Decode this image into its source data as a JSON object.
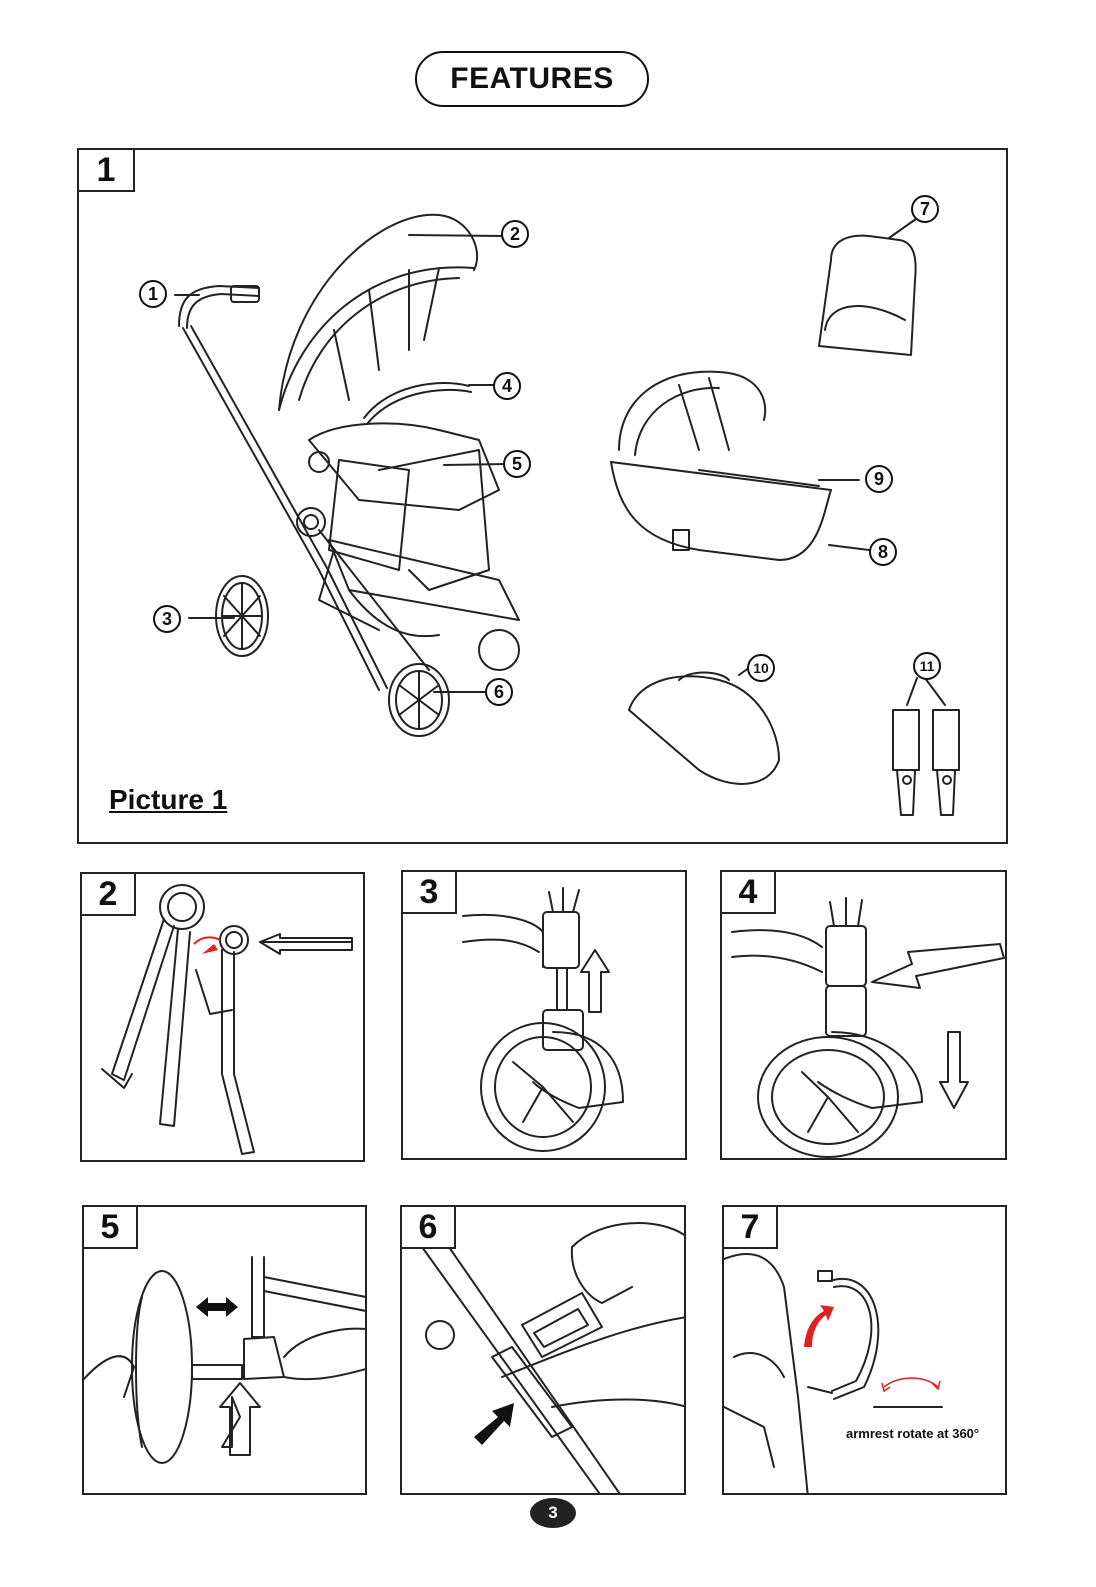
{
  "header": {
    "title": "FEATURES"
  },
  "picture1": {
    "step": "1",
    "label": "Picture 1",
    "callouts": [
      "1",
      "2",
      "3",
      "4",
      "5",
      "6",
      "7",
      "8",
      "9",
      "10",
      "11"
    ]
  },
  "steps": [
    {
      "number": "2"
    },
    {
      "number": "3"
    },
    {
      "number": "4"
    },
    {
      "number": "5"
    },
    {
      "number": "6"
    },
    {
      "number": "7",
      "note": "armrest rotate at 360°"
    }
  ],
  "footer": {
    "page_number": "3"
  },
  "colors": {
    "ink": "#111111",
    "accent": "#e02020"
  }
}
